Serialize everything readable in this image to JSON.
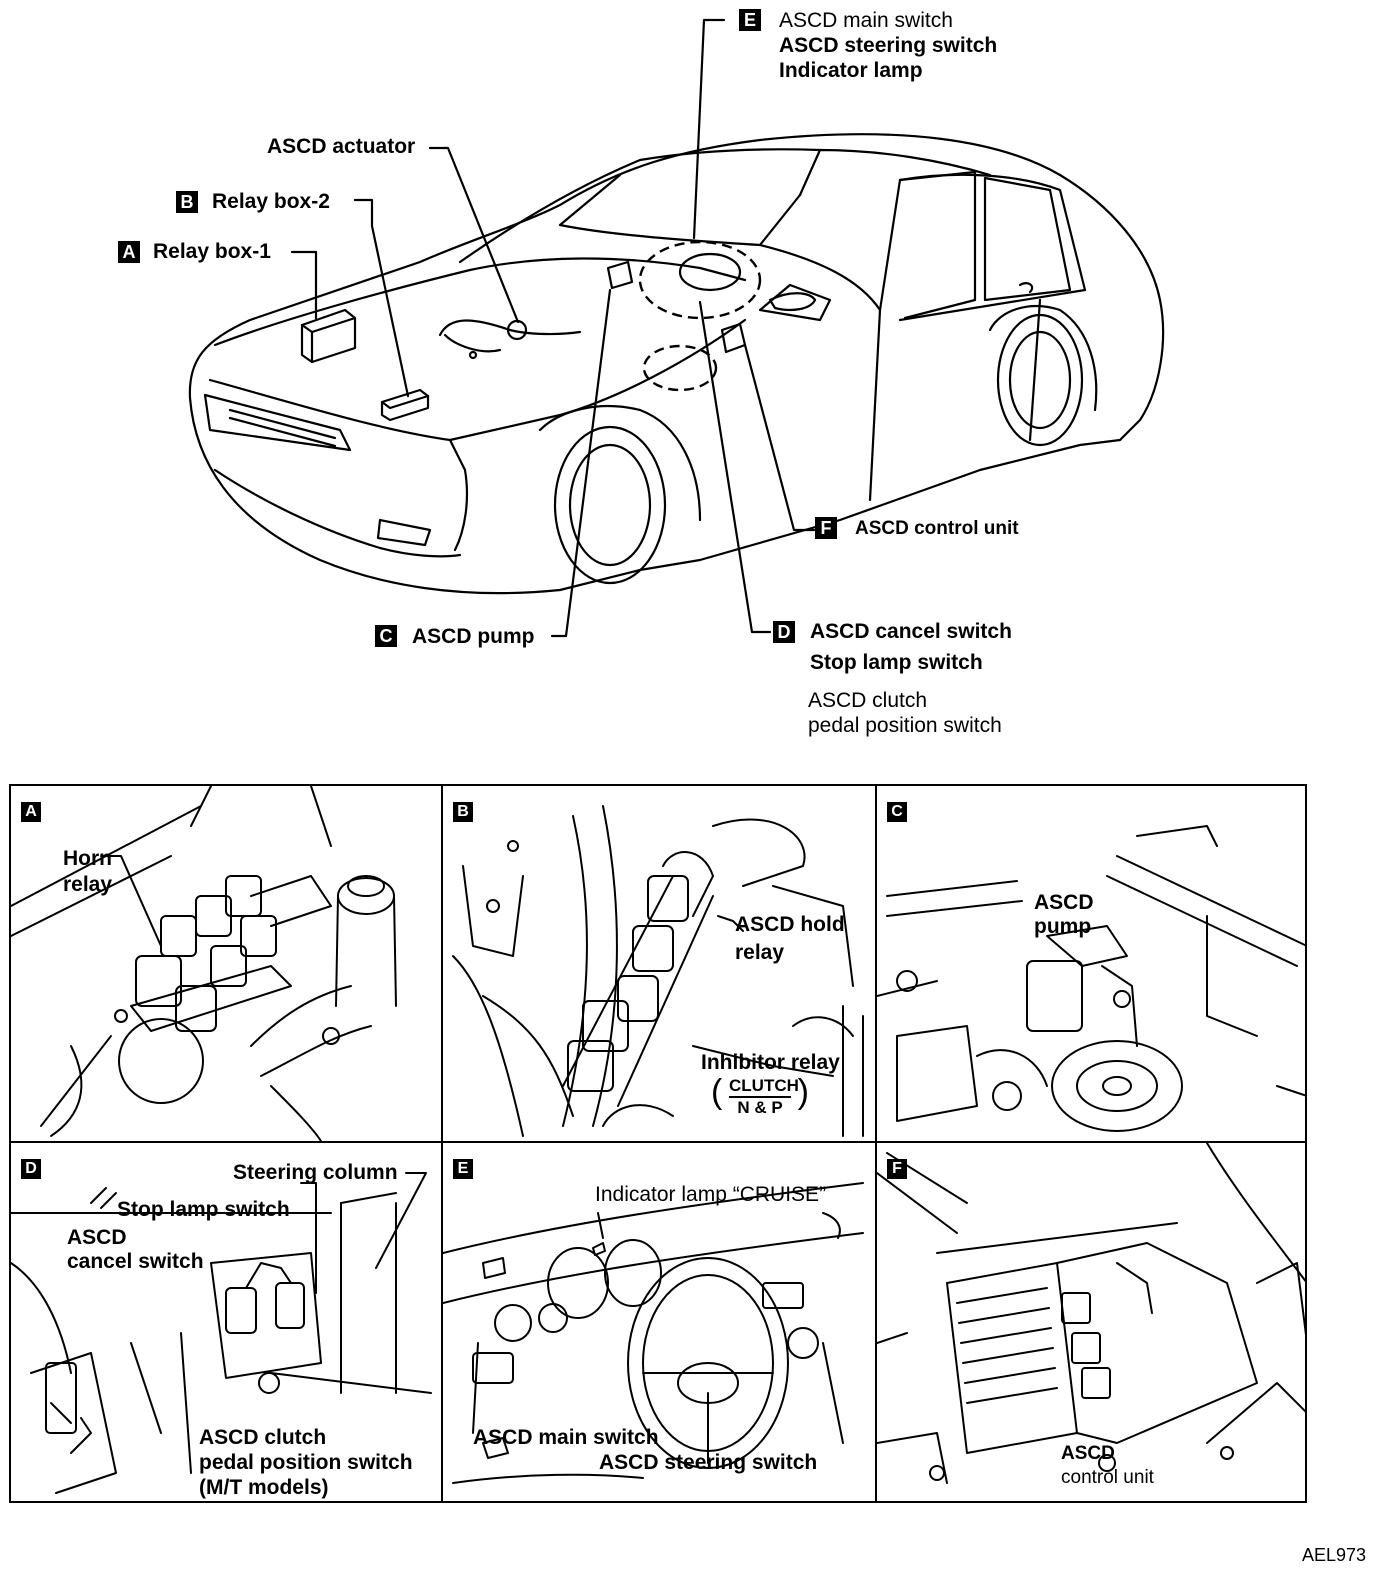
{
  "overview": {
    "labels": {
      "e_main": "ASCD main switch",
      "e_steer": "ASCD steering switch",
      "e_lamp": "Indicator lamp",
      "actuator": "ASCD actuator",
      "b_relay": "Relay box-2",
      "a_relay": "Relay box-1",
      "f_unit": "ASCD control unit",
      "c_pump": "ASCD pump",
      "d_cancel": "ASCD cancel switch",
      "d_stop": "Stop lamp switch",
      "d_clutch1": "ASCD clutch",
      "d_clutch2": "pedal position switch"
    },
    "letters": {
      "a": "A",
      "b": "B",
      "c": "C",
      "d": "D",
      "e": "E",
      "f": "F"
    }
  },
  "panels": {
    "a": {
      "letter": "A",
      "horn1": "Horn",
      "horn2": "relay"
    },
    "b": {
      "letter": "B",
      "hold1": "ASCD hold",
      "hold2": "relay",
      "inhibitor": "Inhibitor relay",
      "frac_top": "CLUTCH",
      "frac_bottom": "N & P"
    },
    "c": {
      "letter": "C",
      "pump1": "ASCD",
      "pump2": "pump"
    },
    "d": {
      "letter": "D",
      "column": "Steering column",
      "stop": "Stop lamp switch",
      "cancel1": "ASCD",
      "cancel2": "cancel switch",
      "clutch1": "ASCD clutch",
      "clutch2": "pedal position switch",
      "clutch3": "(M/T models)"
    },
    "e": {
      "letter": "E",
      "indicator": "Indicator lamp “CRUISE”",
      "main": "ASCD main switch",
      "steer": "ASCD steering switch"
    },
    "f": {
      "letter": "F",
      "unit1": "ASCD",
      "unit2": "control unit"
    }
  },
  "figure_code": "AEL973"
}
